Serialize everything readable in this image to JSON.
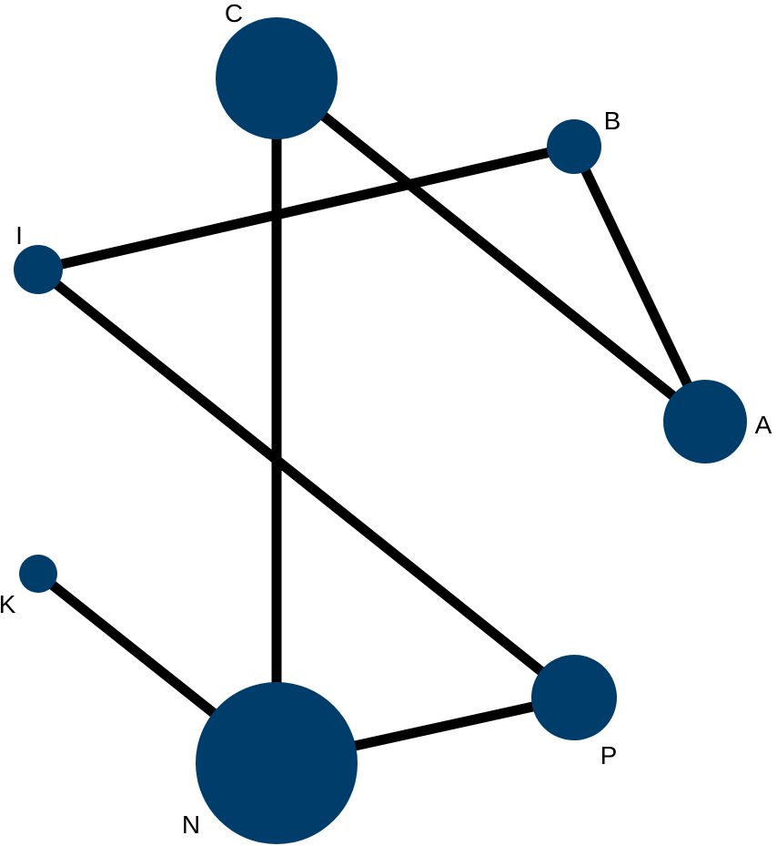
{
  "diagram": {
    "type": "network",
    "node_color": "#003d6b",
    "edge_color": "#000000",
    "nodes": [
      {
        "id": "C",
        "label": "C"
      },
      {
        "id": "B",
        "label": "B"
      },
      {
        "id": "I",
        "label": "I"
      },
      {
        "id": "A",
        "label": "A"
      },
      {
        "id": "K",
        "label": "K"
      },
      {
        "id": "P",
        "label": "P"
      },
      {
        "id": "N",
        "label": "N"
      }
    ],
    "edges": [
      {
        "source": "C",
        "target": "A"
      },
      {
        "source": "C",
        "target": "N"
      },
      {
        "source": "B",
        "target": "I"
      },
      {
        "source": "B",
        "target": "A"
      },
      {
        "source": "I",
        "target": "P"
      },
      {
        "source": "K",
        "target": "N"
      },
      {
        "source": "N",
        "target": "P"
      }
    ]
  }
}
